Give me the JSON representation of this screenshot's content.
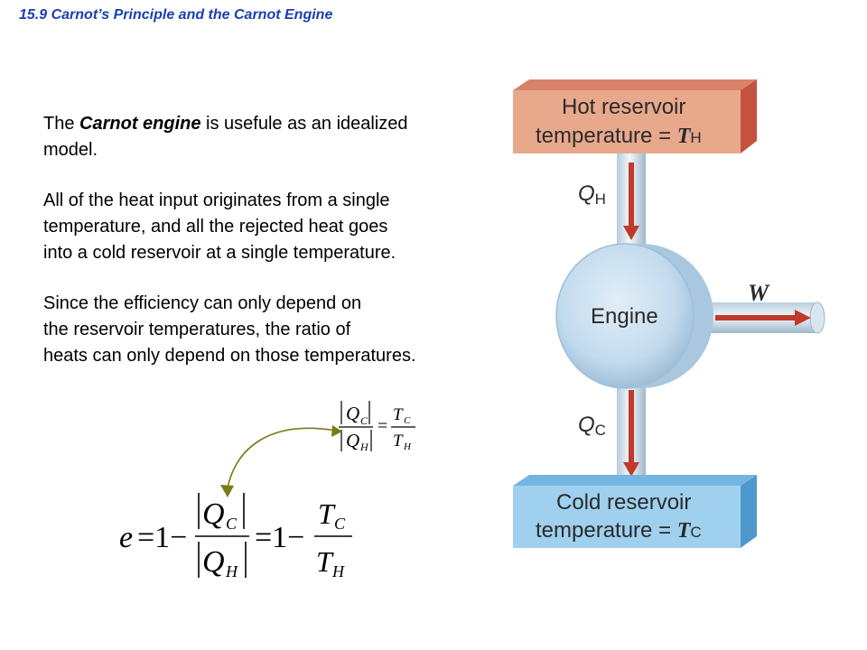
{
  "slide": {
    "section_title": "15.9 Carnot’s Principle and the Carnot Engine"
  },
  "text": {
    "p1": {
      "pre": "The ",
      "emph": "Carnot engine",
      "post": " is usefule as an idealized",
      "line2": "model."
    },
    "p2": {
      "line1": "All of the heat input originates from a single",
      "line2": "temperature, and all the rejected heat goes",
      "line3": "into a cold reservoir at a single temperature."
    },
    "p3": {
      "line1": "Since the efficiency can only depend on",
      "line2": "the reservoir temperatures, the ratio of",
      "line3": "heats can only depend on those temperatures."
    }
  },
  "equations": {
    "ratio": "|Q_C| / |Q_H| = T_C / T_H",
    "efficiency": "e = 1 − |Q_C| / |Q_H| = 1 − T_C / T_H"
  },
  "diagram": {
    "hot_line1": "Hot reservoir",
    "hot_line2": "temperature = ",
    "hot_sym": "T",
    "hot_sub": "H",
    "q_hot": "Q",
    "q_hot_sub": "H",
    "engine_label": "Engine",
    "work_label": "W",
    "q_cold": "Q",
    "q_cold_sub": "C",
    "cold_line1": "Cold reservoir",
    "cold_line2": "temperature = ",
    "cold_sym": "T",
    "cold_sub": "C",
    "colors": {
      "hot_front": "#e8a88c",
      "hot_top": "#d9826a",
      "hot_side": "#c35340",
      "cold_front": "#9fd0ee",
      "cold_top": "#74b6e1",
      "cold_side": "#4f98cd",
      "arrow": "#c0392b",
      "pipe": "#cfdfea",
      "engine": "#c3dbee",
      "title": "#1a3fb0",
      "connector": "#7a7a18"
    }
  }
}
